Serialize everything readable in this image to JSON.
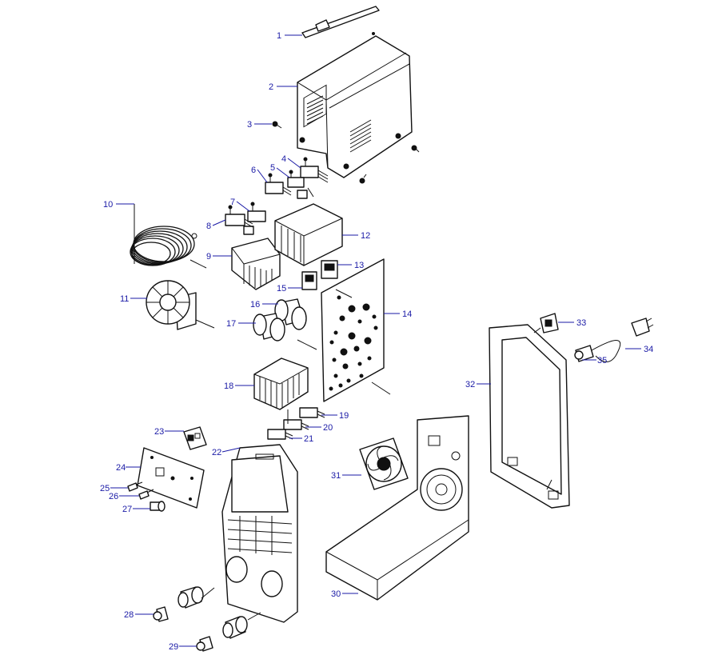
{
  "colors": {
    "callout": "#1a1aa6",
    "line": "#111111",
    "background": "#ffffff"
  },
  "callouts": [
    {
      "label": "1"
    },
    {
      "label": "2"
    },
    {
      "label": "3"
    },
    {
      "label": "4"
    },
    {
      "label": "5"
    },
    {
      "label": "6"
    },
    {
      "label": "7"
    },
    {
      "label": "8"
    },
    {
      "label": "9"
    },
    {
      "label": "10"
    },
    {
      "label": "11"
    },
    {
      "label": "12"
    },
    {
      "label": "13"
    },
    {
      "label": "14"
    },
    {
      "label": "15"
    },
    {
      "label": "16"
    },
    {
      "label": "17"
    },
    {
      "label": "18"
    },
    {
      "label": "19"
    },
    {
      "label": "20"
    },
    {
      "label": "21"
    },
    {
      "label": "22"
    },
    {
      "label": "23"
    },
    {
      "label": "24"
    },
    {
      "label": "25"
    },
    {
      "label": "26"
    },
    {
      "label": "27"
    },
    {
      "label": "28"
    },
    {
      "label": "29"
    },
    {
      "label": "30"
    },
    {
      "label": "31"
    },
    {
      "label": "32"
    },
    {
      "label": "33"
    },
    {
      "label": "34"
    },
    {
      "label": "35"
    }
  ]
}
